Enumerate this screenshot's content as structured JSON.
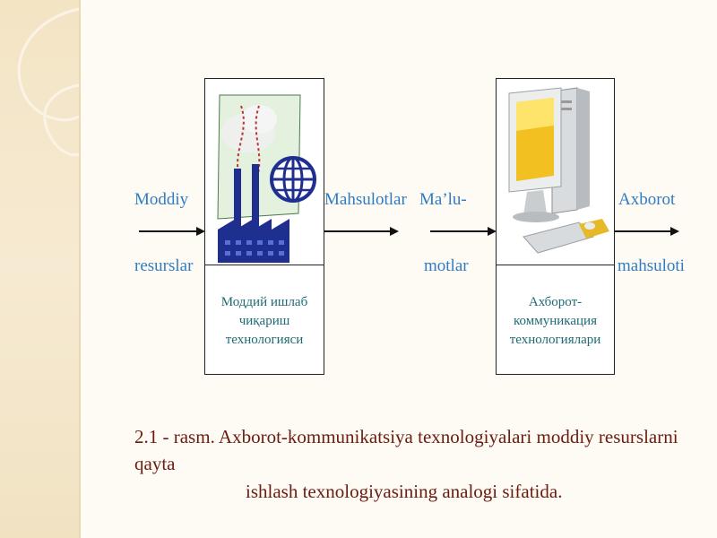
{
  "labels": {
    "left_in_top": "Moddiy",
    "left_in_bottom": "resurslar",
    "middle_out": "Mahsulotlar",
    "right_in_top": "Ma’lu-",
    "right_in_bottom": "motlar",
    "right_out_top": "Axborot",
    "right_out_bottom": "mahsuloti"
  },
  "boxes": {
    "production": {
      "caption": [
        "Моддий ишлаб",
        "чиқариш",
        "технологияси"
      ],
      "icon": "factory-globe-icon"
    },
    "ict": {
      "caption": [
        "Ахборот-",
        "коммуникация",
        "технологиялари"
      ],
      "icon": "computer-icon"
    }
  },
  "figure_caption": {
    "line1": "2.1 - rasm. Axborot-kommunikatsiya texnologiyalari moddiy resurslarni qayta",
    "line2": "ishlash  texnologiyasining analogi sifatida."
  },
  "colors": {
    "label": "#2f7cc2",
    "box_caption": "#1f6a75",
    "figure_caption": "#6b1b10",
    "side_band": "#f3e4c4"
  }
}
